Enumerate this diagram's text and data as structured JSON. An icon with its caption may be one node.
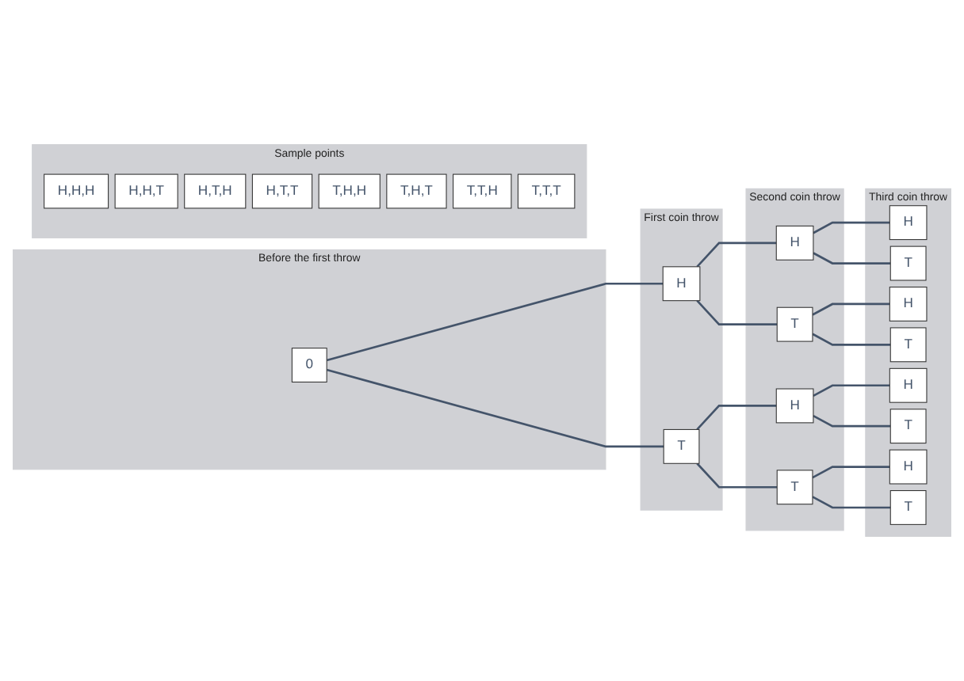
{
  "diagram": {
    "nodes": [
      {
        "text": [
          "Before the first throw"
        ]
      },
      {
        "text": [
          "0"
        ],
        "in": 0
      },
      {
        "text": [
          "First coin throw"
        ]
      },
      {
        "text": [
          "H"
        ],
        "in": 2
      },
      {
        "text": [
          "T"
        ],
        "in": 2
      },
      {
        "text": [
          "Second coin throw"
        ]
      },
      {
        "text": [
          "H"
        ],
        "in": 5
      },
      {
        "text": [
          "T"
        ],
        "in": 5
      },
      {
        "text": [
          "H"
        ],
        "in": 5
      },
      {
        "text": [
          "T"
        ],
        "in": 5
      },
      {
        "text": [
          "Third coin throw"
        ]
      },
      {
        "text": [
          "H"
        ],
        "in": 10
      },
      {
        "text": [
          "T"
        ],
        "in": 10
      },
      {
        "text": [
          "H"
        ],
        "in": 10
      },
      {
        "text": [
          "T"
        ],
        "in": 10
      },
      {
        "text": [
          "H"
        ],
        "in": 10
      },
      {
        "text": [
          "T"
        ],
        "in": 10
      },
      {
        "text": [
          "H"
        ],
        "in": 10
      },
      {
        "text": [
          "T"
        ],
        "in": 10
      },
      {
        "text": [
          "Sample points"
        ]
      },
      {
        "text": [
          "H,H,H"
        ],
        "in": 19
      },
      {
        "text": [
          "H,H,T"
        ],
        "in": 19
      },
      {
        "text": [
          "H,T,H"
        ],
        "in": 19
      },
      {
        "text": [
          "H,T,T"
        ],
        "in": 19
      },
      {
        "text": [
          "T,H,H"
        ],
        "in": 19
      },
      {
        "text": [
          "T,H,T"
        ],
        "in": 19
      },
      {
        "text": [
          "T,T,H"
        ],
        "in": 19
      },
      {
        "text": [
          "T,T,T"
        ],
        "in": 19
      }
    ],
    "edges": [
      {
        "from": 1,
        "to": 3,
        "arrow": "none"
      },
      {
        "from": 1,
        "to": 4,
        "arrow": "none"
      },
      {
        "from": 3,
        "to": 6,
        "arrow": "none"
      },
      {
        "from": 3,
        "to": 7,
        "arrow": "none"
      },
      {
        "from": 4,
        "to": 8,
        "arrow": "none"
      },
      {
        "from": 4,
        "to": 9,
        "arrow": "none"
      },
      {
        "from": 6,
        "to": 11,
        "arrow": "none"
      },
      {
        "from": 6,
        "to": 12,
        "arrow": "none"
      },
      {
        "from": 7,
        "to": 13,
        "arrow": "none"
      },
      {
        "from": 7,
        "to": 14,
        "arrow": "none"
      },
      {
        "from": 8,
        "to": 15,
        "arrow": "none"
      },
      {
        "from": 8,
        "to": 16,
        "arrow": "none"
      },
      {
        "from": 9,
        "to": 17,
        "arrow": "none"
      },
      {
        "from": 9,
        "to": 18,
        "arrow": "none"
      }
    ]
  }
}
